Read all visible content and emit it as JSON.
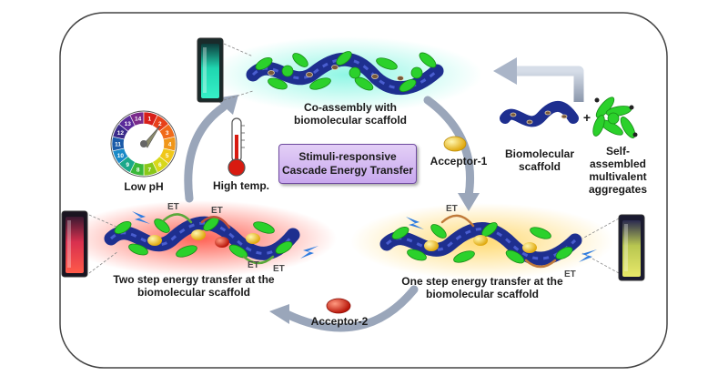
{
  "labels": {
    "coassembly": "Co-assembly with biomolecular scaffold",
    "center_box": "Stimuli-responsive Cascade Energy Transfer",
    "acceptor1": "Acceptor-1",
    "acceptor2": "Acceptor-2",
    "biomolecular_scaffold": "Biomolecular scaffold",
    "plus": "+",
    "self_assembled": "Self-assembled multivalent aggregates",
    "low_ph": "Low pH",
    "high_temp": "High temp.",
    "two_step": "Two step energy transfer at the biomolecular scaffold",
    "one_step": "One step energy transfer at the biomolecular scaffold",
    "et": "ET"
  },
  "ph_dial_numbers": [
    "12",
    "13",
    "14",
    "1",
    "2",
    "3",
    "4",
    "5",
    "6",
    "7",
    "8",
    "9",
    "10",
    "11"
  ],
  "colors": {
    "scaffold": "#1e2f8f",
    "aggregate_green": "#2bd12b",
    "acceptor1": "#f0c419",
    "acceptor2": "#d01f10",
    "cycle_arrow": "#aab5c8",
    "center_box": "#c8a8ee",
    "border": "#444444"
  }
}
